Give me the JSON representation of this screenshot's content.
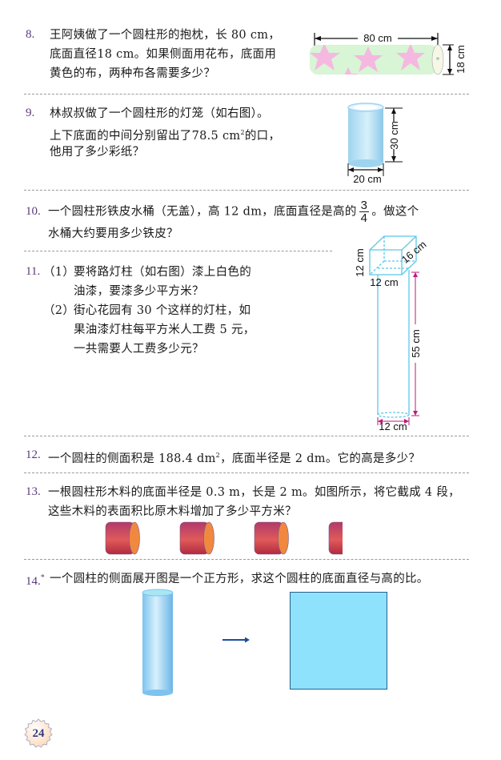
{
  "page_number": "24",
  "problems": [
    {
      "number": "8.",
      "lines": [
        "王阿姨做了一个圆柱形的抱枕，长 80 cm，",
        "底面直径18 cm。如果侧面用花布，底面用",
        "黄色的布，两种布各需要多少？"
      ],
      "figure": {
        "length_label": "80 cm",
        "diameter_label": "18 cm",
        "colors": {
          "body": "#d8f5d6",
          "star": "#f5b8e0",
          "end": "#f7f7e6"
        }
      }
    },
    {
      "number": "9.",
      "lines": [
        "林叔叔做了一个圆柱形的灯笼（如右图）。",
        "上下底面的中间分别留出了78.5 cm",
        "的口，",
        "他用了多少彩纸？"
      ],
      "superscript": "2",
      "figure": {
        "height_label": "30 cm",
        "diameter_label": "20 cm",
        "color": "#a8dcf0"
      }
    },
    {
      "number": "10.",
      "lines": [
        "一个圆柱形铁皮水桶（无盖），高 12 dm，底面直径是高的",
        "。做这个",
        "水桶大约要用多少铁皮？"
      ],
      "fraction": {
        "numerator": "3",
        "denominator": "4"
      }
    },
    {
      "number": "11.",
      "parts": [
        {
          "label": "（1）",
          "lines": [
            "要将路灯柱（如右图）漆上白色的",
            "油漆，要漆多少平方米？"
          ]
        },
        {
          "label": "（2）",
          "lines": [
            "街心花园有 30 个这样的灯柱，如",
            "果油漆灯柱每平方米人工费 5 元，",
            "一共需要人工费多少元？"
          ]
        }
      ],
      "figure": {
        "box_height_label": "12 cm",
        "box_depth_label": "16 cm",
        "box_width_label": "12 cm",
        "pole_height_label": "55 cm",
        "pole_diameter_label": "12 cm",
        "line_color": "#5cc8e8",
        "dim_color": "#c0187a"
      }
    },
    {
      "number": "12.",
      "text_before": "一个圆柱的侧面积是 188.4 dm",
      "superscript": "2",
      "text_after": "，底面半径是 2 dm。它的高是多少？"
    },
    {
      "number": "13.",
      "lines": [
        "一根圆柱形木料的底面半径是 0.3 m，长是 2 m。如图所示，将它截成 4 段，",
        "这些木料的表面积比原木料增加了多少平方米？"
      ],
      "figure": {
        "segments": 4,
        "body_color": "#c8405a",
        "end_color": "#f08840"
      }
    },
    {
      "number": "14.",
      "star": "*",
      "lines": [
        "一个圆柱的侧面展开图是一个正方形，求这个圆柱的底面直径与高的比。"
      ],
      "figure": {
        "cylinder_color": "#9ad6f5",
        "square_color": "#8ee2fc",
        "arrow_color": "#1a4e9c"
      }
    }
  ]
}
